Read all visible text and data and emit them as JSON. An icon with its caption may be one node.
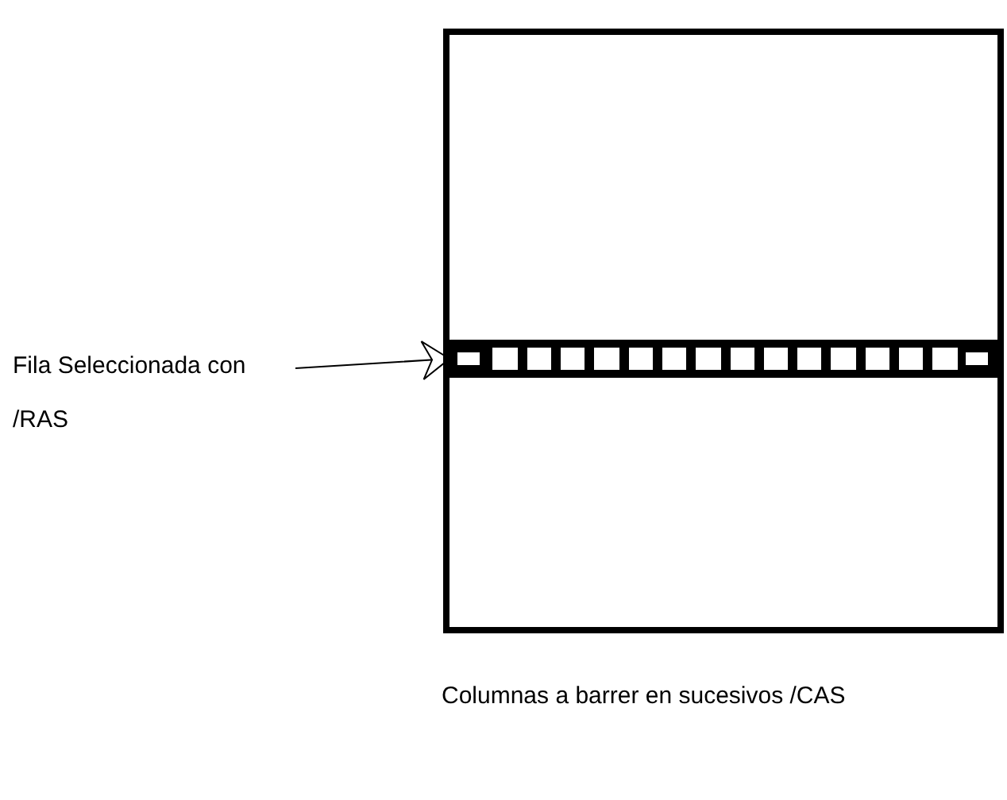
{
  "diagram": {
    "nodes": [
      {
        "text": [
          "Fila Seleccionada con /RAS"
        ]
      },
      {
        "text": [],
        "shape": "box"
      },
      {
        "text": [],
        "shape": "bar",
        "in": 1
      }
    ],
    "edges": [
      {
        "from": 0,
        "to": 2,
        "arrow": "to"
      }
    ],
    "labels": [
      "Columnas a barrer en sucesivos /CAS"
    ]
  }
}
